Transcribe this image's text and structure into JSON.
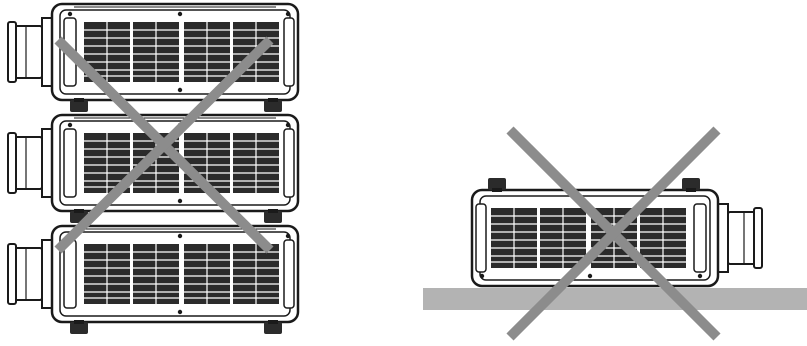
{
  "figure": {
    "caption": ""
  },
  "illustrations": [
    {
      "name": "stacked-projectors",
      "description_visible": false,
      "projector_count": 3,
      "orientation": "upright",
      "prohibited": true
    },
    {
      "name": "upside-down-projector-on-floor",
      "projector_count": 1,
      "orientation": "inverted",
      "prohibited": true
    }
  ],
  "colors": {
    "outline": "#1a1a1a",
    "body": "#ffffff",
    "vent": "#2b2b2b",
    "cross": "#8c8c8c",
    "floor": "#b3b3b3"
  }
}
